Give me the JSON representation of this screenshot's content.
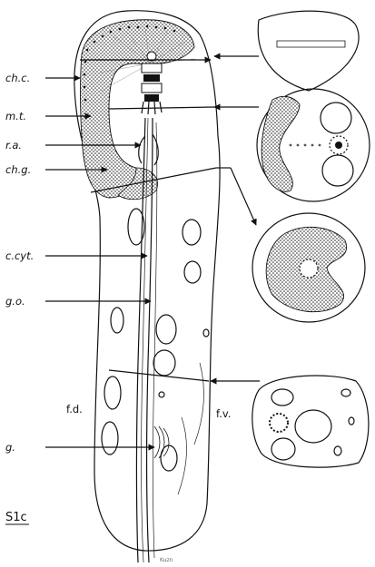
{
  "figure_label": "S1c",
  "labels": {
    "chc": "ch.c.",
    "mt": "m.t.",
    "ra": "r.a.",
    "chg": "ch.g.",
    "ccyt": "c.cyt.",
    "go": "g.o.",
    "fd": "f.d.",
    "fv": "f.v.",
    "g": "g."
  },
  "signature": "Kuzn"
}
